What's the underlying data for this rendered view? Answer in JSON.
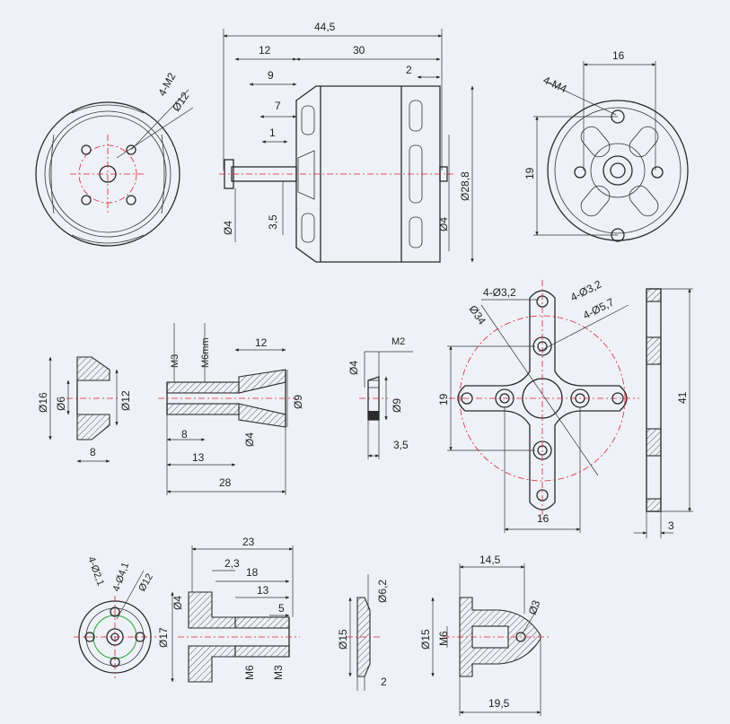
{
  "colors": {
    "background": "#eef1f6",
    "line": "#2a2a2a",
    "centerline": "#dd2233",
    "highlight": "#22aa33"
  },
  "motor_front": {
    "holes": "4-M2",
    "diameter": "Ø12"
  },
  "motor_side": {
    "overall": "44,5",
    "body": "30",
    "shaft_ext": "12",
    "d9": "9",
    "d7": "7",
    "d1": "1",
    "d2": "2",
    "body_dia": "Ø28,8",
    "shaft_dia_left": "Ø4",
    "shaft_dia_right": "Ø4",
    "d35": "3,5"
  },
  "motor_rear": {
    "holes": "4-M4",
    "spacing_h": "16",
    "spacing_v": "19"
  },
  "collar": {
    "outer": "Ø16",
    "inner": "Ø6",
    "mid": "Ø12",
    "length": "8"
  },
  "adapter": {
    "thread1": "M3",
    "thread2": "M6mm",
    "top": "12",
    "dia9": "Ø9",
    "d8": "8",
    "d13": "13",
    "d28": "28",
    "dia4": "Ø4"
  },
  "ring": {
    "dia4": "Ø4",
    "thread": "M2",
    "dia9": "Ø9",
    "width": "3,5"
  },
  "cross_mount": {
    "holes_a": "4-Ø3,2",
    "holes_b": "4-Ø3,2",
    "holes_c": "4-Ø5,7",
    "pcd": "Ø34",
    "height": "19",
    "width": "16"
  },
  "plate_side": {
    "height": "41",
    "thickness": "3"
  },
  "prop_hub": {
    "holes_a": "4-Ø2,1",
    "holes_b": "4-Ø4,1",
    "diameter": "Ø12"
  },
  "prop_adapter": {
    "overall": "23",
    "d23b": "2,3",
    "d18": "18",
    "d13": "13",
    "d5": "5",
    "dia4": "Ø4",
    "dia17": "Ø17",
    "m6": "M6",
    "m3": "M3"
  },
  "washer": {
    "dia62": "Ø6,2",
    "dia15": "Ø15",
    "thick": "2"
  },
  "spinner": {
    "top": "14,5",
    "hole": "Ø3",
    "dia15": "Ø15",
    "m6": "M6",
    "length": "19,5"
  }
}
